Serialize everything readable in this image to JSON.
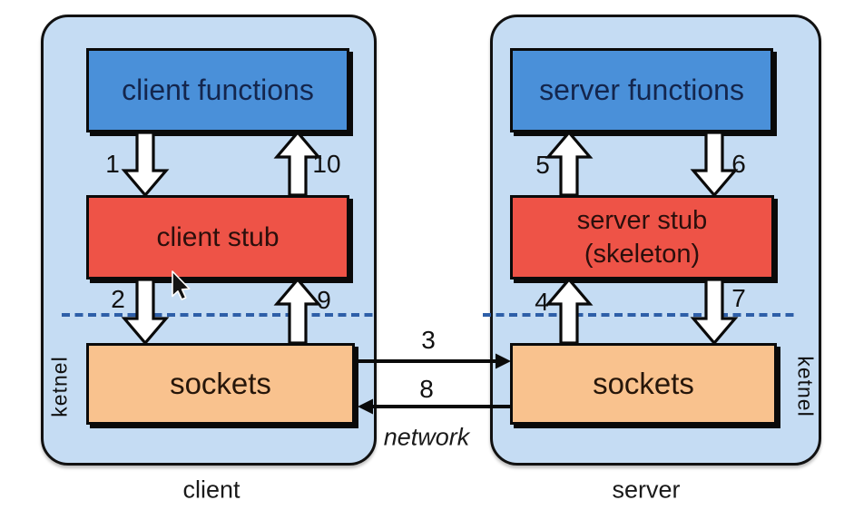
{
  "client": {
    "functions_label": "client functions",
    "stub_label": "client stub",
    "sockets_label": "sockets",
    "kernel_label": "ketnel",
    "caption": "client"
  },
  "server": {
    "functions_label": "server functions",
    "stub_label_line1": "server stub",
    "stub_label_line2": "(skeleton)",
    "sockets_label": "sockets",
    "kernel_label": "ketnel",
    "caption": "server"
  },
  "steps": {
    "step1": "1",
    "step2": "2",
    "step3": "3",
    "step4": "4",
    "step5": "5",
    "step6": "6",
    "step7": "7",
    "step8": "8",
    "step9": "9",
    "step10": "10"
  },
  "network_label": "network",
  "icons": {
    "cursor": "mouse-pointer"
  },
  "colors": {
    "container_fill": "#c5dcf3",
    "functions_box_fill": "#4a90d9",
    "stub_box_fill": "#ee5347",
    "sockets_box_fill": "#f9c28e",
    "kernel_boundary_dash": "#2e5fa8",
    "outline": "#0a0a0a",
    "background": "#ffffff"
  }
}
